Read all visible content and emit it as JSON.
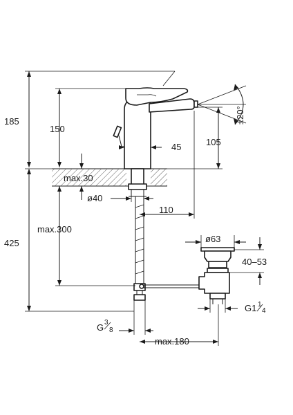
{
  "dimensions": {
    "total_height": "185",
    "spout_height": "150",
    "spout_reach": "45",
    "jet_height": "105",
    "jet_angle": "±20°",
    "deck_thickness": "max.30",
    "hole_diameter": "ø40",
    "drain_offset": "110",
    "hose_length": "max.300",
    "overall_length": "425",
    "waste_diameter": "ø63",
    "waste_range": "40–53",
    "waste_thread_whole": "G1",
    "waste_thread_frac_num": "1",
    "waste_thread_frac_den": "4",
    "hose_thread_whole": "G",
    "hose_thread_frac_num": "3",
    "hose_thread_frac_den": "8",
    "hose_reach": "max.180"
  }
}
